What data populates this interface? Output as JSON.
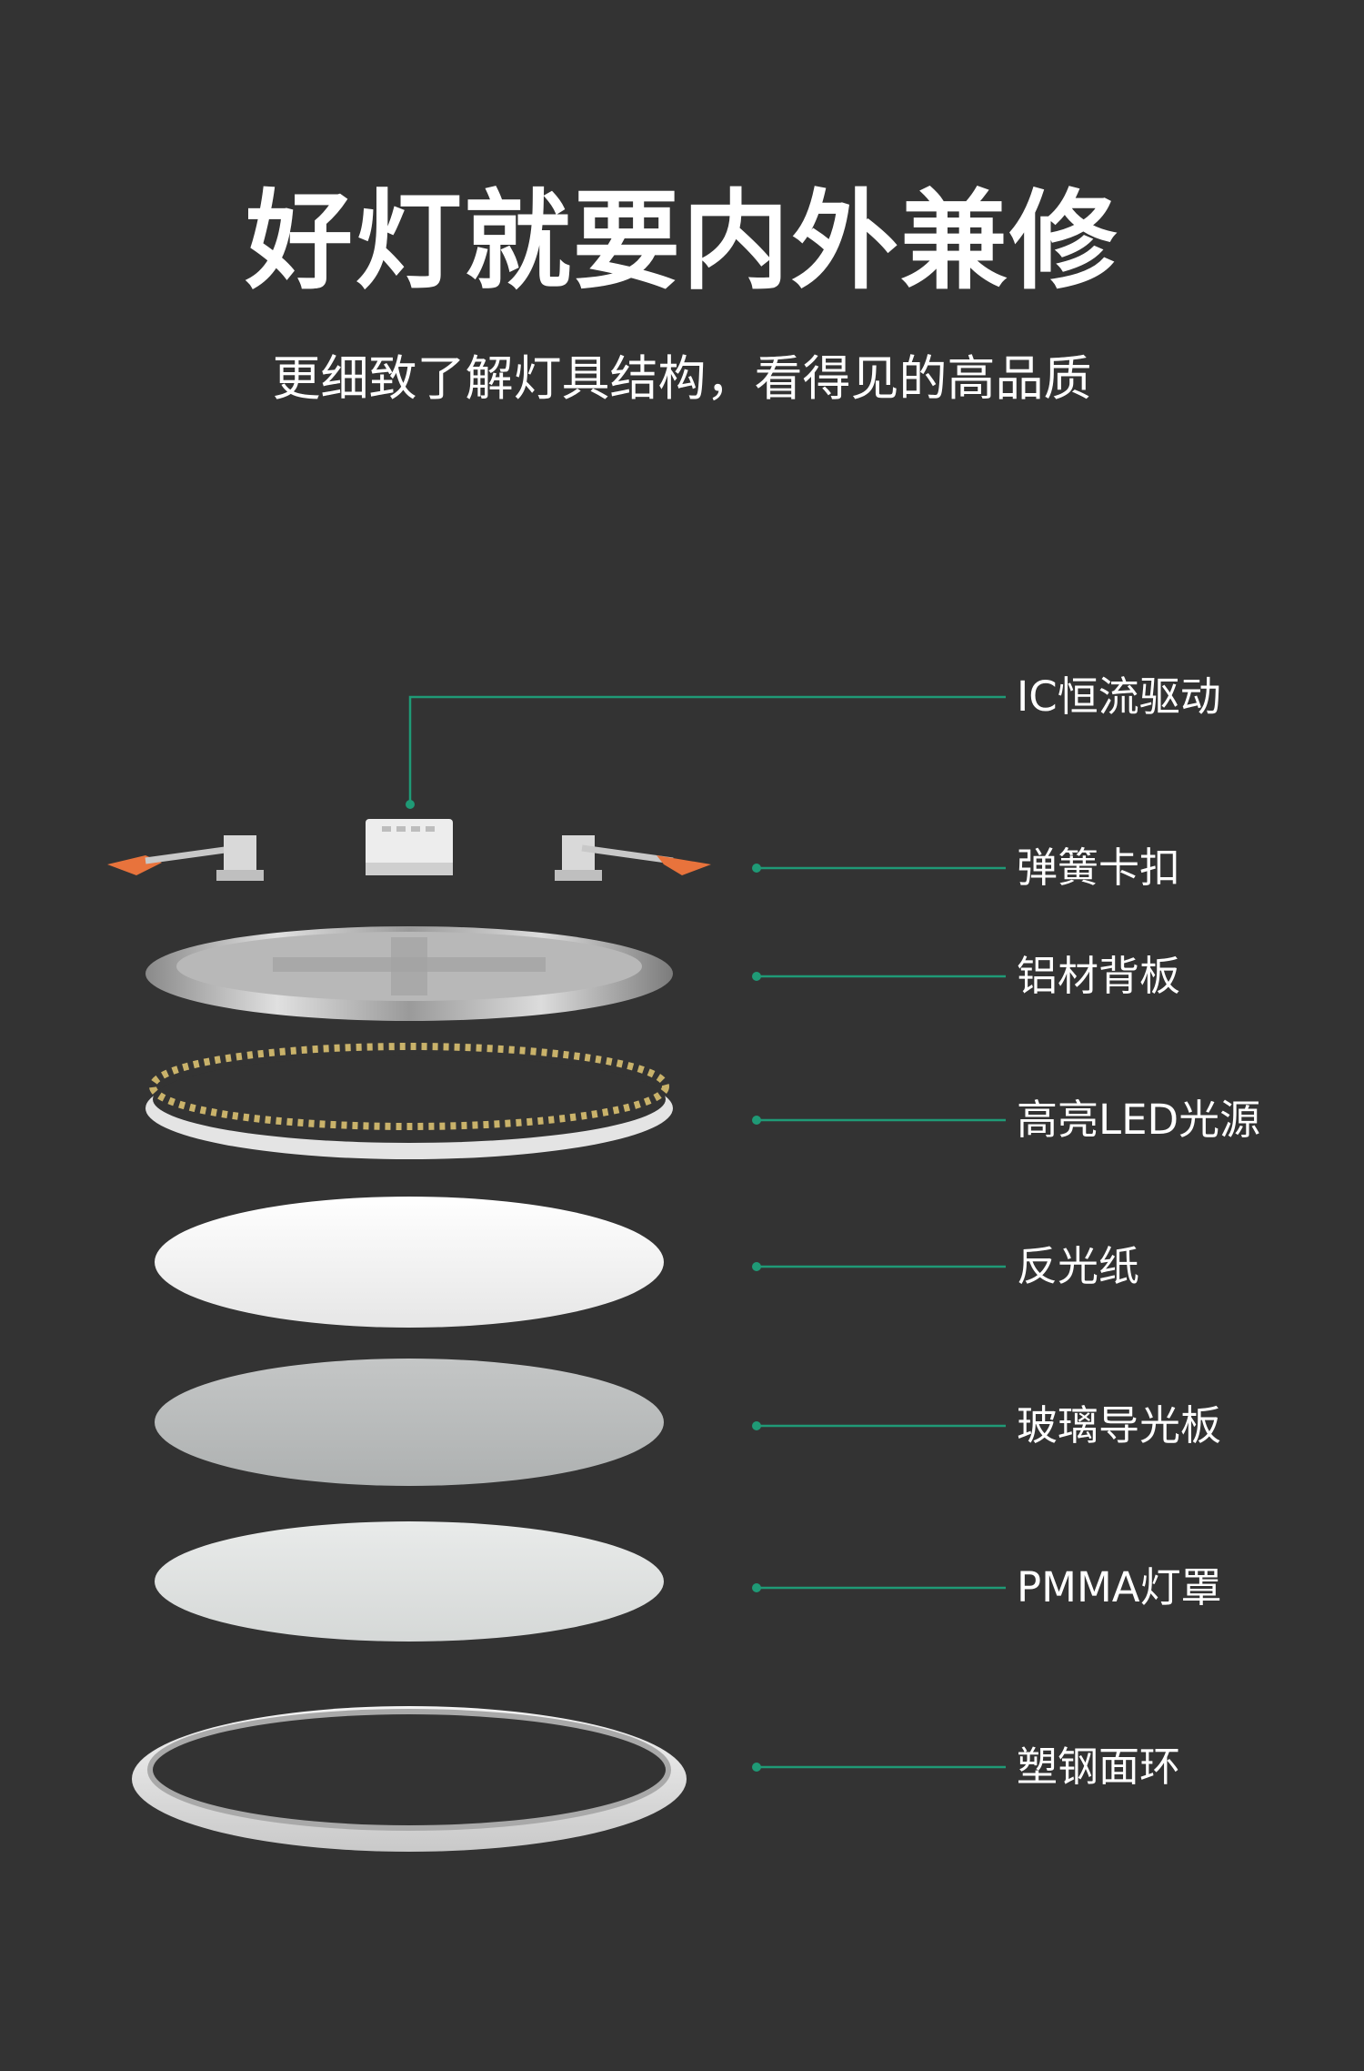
{
  "title": "好灯就要内外兼修",
  "subtitle": "更细致了解灯具结构，看得见的高品质",
  "accent_color": "#1f9a76",
  "components": [
    {
      "id": "ic-driver",
      "label": "IC恒流驱动"
    },
    {
      "id": "spring-clip",
      "label": "弹簧卡扣"
    },
    {
      "id": "aluminum-back",
      "label": "铝材背板"
    },
    {
      "id": "led-source",
      "label": "高亮LED光源"
    },
    {
      "id": "reflector",
      "label": "反光纸"
    },
    {
      "id": "light-guide",
      "label": "玻璃导光板"
    },
    {
      "id": "pmma-cover",
      "label": "PMMA灯罩"
    },
    {
      "id": "frame-ring",
      "label": "塑钢面环"
    }
  ]
}
